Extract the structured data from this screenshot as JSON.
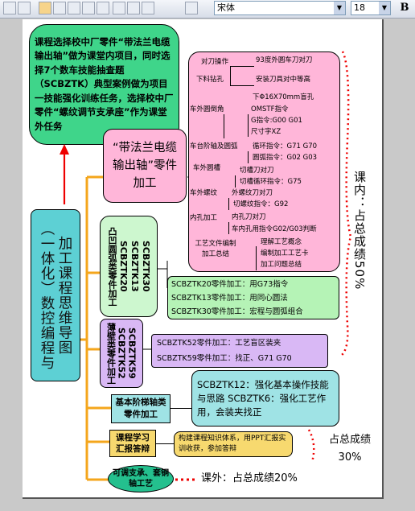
{
  "toolbar": {
    "font_name": "宋体",
    "font_size": "18",
    "bold_label": "B"
  },
  "top_box": "课程选择校中厂零件“带法兰电缆输出轴”做为课堂内项目，同时选择7个数车技能抽查题（SCBZTK）典型案例做为项目一技能强化训练任务，选择校中厂零件“螺纹调节支承座”作为课堂外任务",
  "central_title": "（一体化）数控编程与加工课程思维导图",
  "branch1": {
    "label": "“带法兰电缆输出轴”零件加工",
    "groups": [
      {
        "name": "下料钻孔",
        "items": [
          "对刀操作",
          "93度外圆车刀对刀",
          "安装刀具对中等高",
          "下Φ16X70mm盲孔"
        ]
      },
      {
        "name": "车外圆倒角",
        "items": [
          "OMSTF指令",
          "G指令:G00 G01",
          "尺寸字XZ"
        ]
      },
      {
        "name": "车台阶轴及圆弧",
        "items": [
          "循环指令：G71 G70",
          "圆弧指令：G02 G03"
        ]
      },
      {
        "name": "车外圆槽",
        "items": [
          "切槽刀对刀",
          "切槽循环指令：G75"
        ]
      },
      {
        "name": "车外螺纹",
        "items": [
          "外螺纹刀对刀",
          "切螺纹指令：G92"
        ]
      },
      {
        "name": "内孔加工",
        "items": [
          "内孔刀对刀",
          "车内孔用指令G02/G03判断"
        ]
      },
      {
        "name": "工艺文件编制加工总结",
        "items": [
          "理解工艺概念",
          "编制加工工艺卡",
          "加工问题总结"
        ]
      }
    ]
  },
  "branch2": {
    "label": "凸凹圆弧类零件加工",
    "codes": [
      "SCBZTK20",
      "SCBZTK13",
      "SCBZTK30"
    ],
    "items": [
      "SCBZTK20零件加工：用G73指令",
      "SCBZTK13零件加工：用同心圆法",
      "SCBZTK30零件加工：宏程与圆弧组合"
    ]
  },
  "branch3": {
    "label": "薄壁类零件加工",
    "codes": [
      "SCBZTK52",
      "SCBZTK59"
    ],
    "items": [
      "SCBZTK52零件加工：工艺盲区装夹",
      "SCBZTK59零件加工：找正、G71 G70"
    ]
  },
  "branch4": {
    "label": "基本阶梯轴类零件加工",
    "text": "SCBZTK12：强化基本操作技能与思路 SCBZTK6：强化工艺作用，会装夹找正"
  },
  "branch5": {
    "label": "课程学习汇报答辩",
    "text": "构建课程知识体系，用PPT汇报实训收获，参加答辩"
  },
  "branch6": {
    "label": "可调支承、套铜轴工艺"
  },
  "side_notes": {
    "inner": "课内：占总成绩50%",
    "report": "占总成绩30%",
    "outer": "课外：占总成绩20%"
  }
}
